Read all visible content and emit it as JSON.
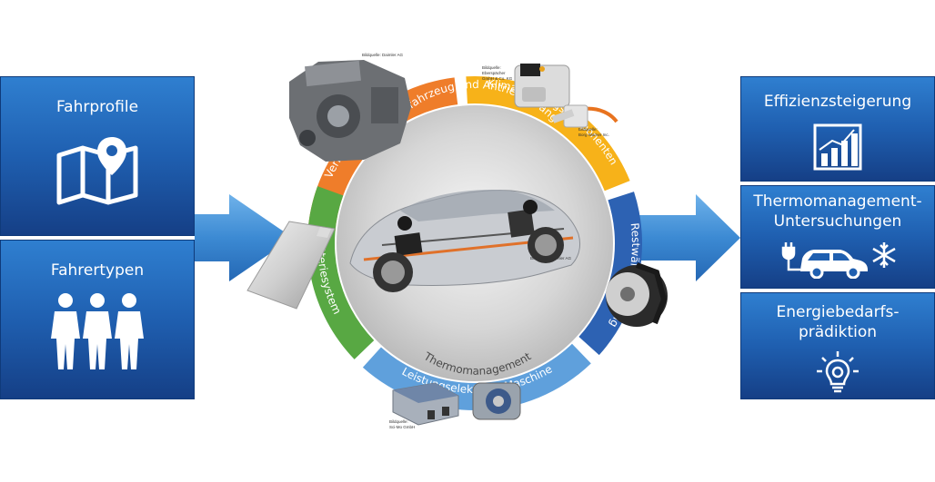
{
  "left_boxes": [
    {
      "label": "Fahrprofile",
      "icon": "map-pin-icon"
    },
    {
      "label": "Fahrertypen",
      "icon": "people-icon"
    }
  ],
  "right_boxes": [
    {
      "label": "Effizienzsteigerung",
      "icon": "bar-chart-icon"
    },
    {
      "label": "Thermomanagement-\nUntersuchungen",
      "icon": "car-plug-snowflake-icon"
    },
    {
      "label": "Energiebedarfs-\nprädiktion",
      "icon": "lightbulb-gear-icon"
    }
  ],
  "ring_segments": [
    {
      "label": "Verbrennungsmotor",
      "color": "#ef7d2a"
    },
    {
      "label": "Klimatisierungskomponenten",
      "color": "#f7b219"
    },
    {
      "label": "Restwärmenutzung",
      "color": "#2d62b3"
    },
    {
      "label": "Leistungselektr. / E-Maschine",
      "color": "#5fa0dc"
    },
    {
      "label": "Batteriesystem",
      "color": "#58a843"
    }
  ],
  "center": {
    "top_text": "Zielfahrzeug und Antriebsstrang",
    "bottom_text": "Thermomanagement"
  },
  "credits": {
    "engine": "Bildquelle: Daimler AG",
    "heater_1": "Bildquelle:",
    "heater_2": "Eberspächer",
    "heater_3": "GmbH & Co. KG",
    "ptc_1": "Bildquelle:",
    "ptc_2": "Borg Warner Inc.",
    "car": "Bildquelle: Daimler AG",
    "inverter_1": "Bildquelle:",
    "inverter_2": "Sci-Mo GmbH"
  },
  "colors": {
    "box_blue": "#1f5fb0",
    "arrow_blue": "#3a8ad4",
    "center_gray": "#d9d9d9"
  }
}
